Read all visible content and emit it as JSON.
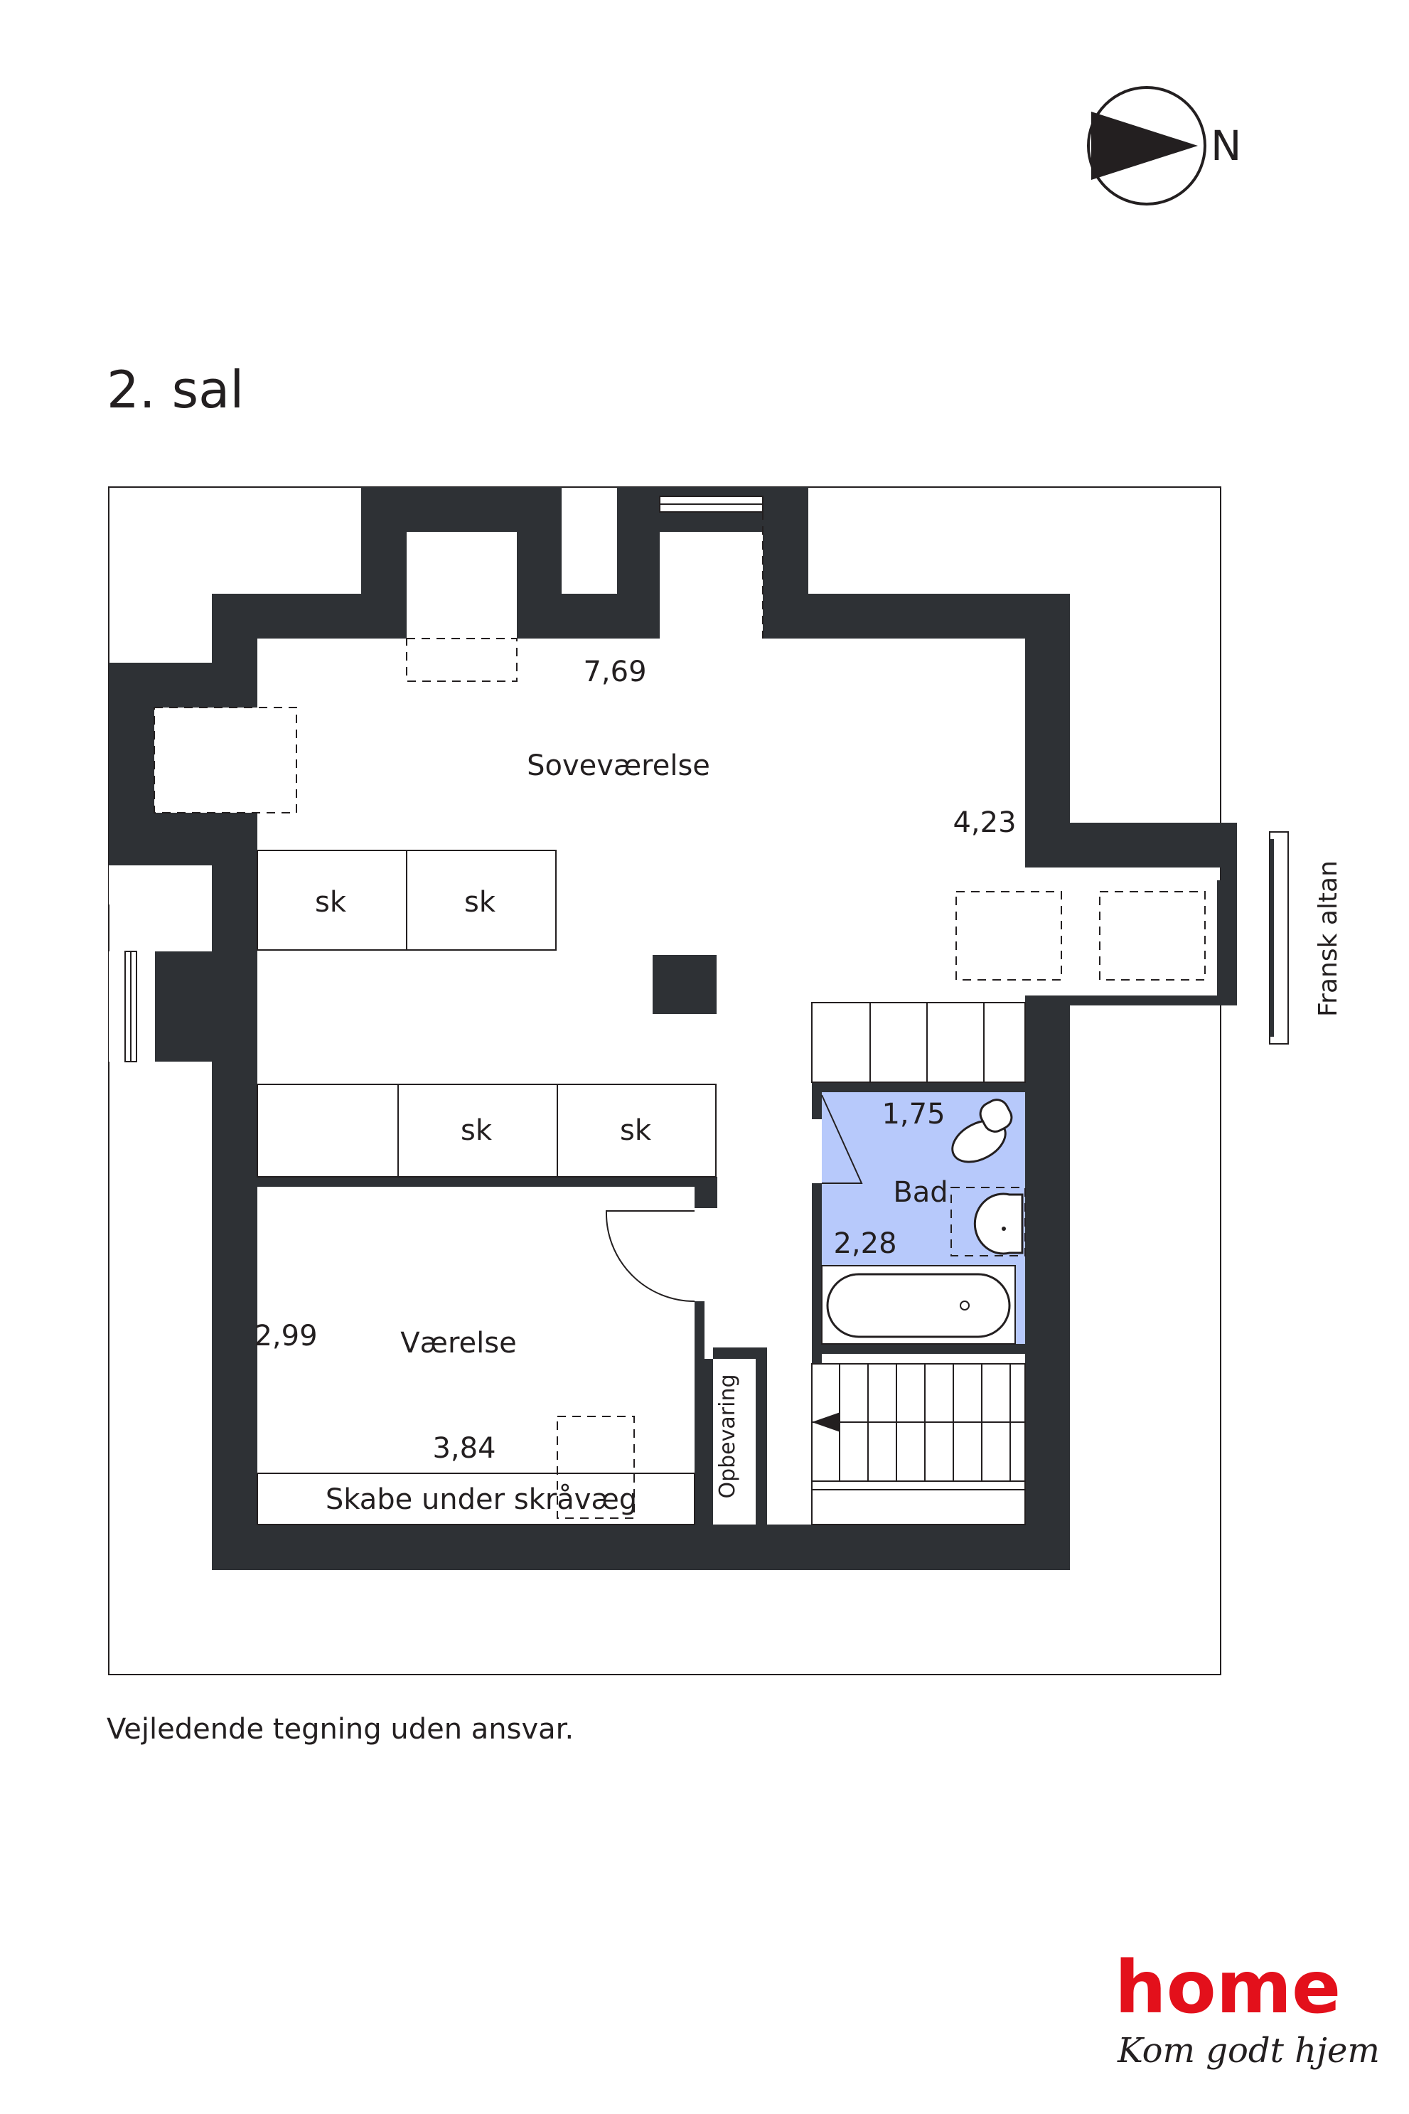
{
  "compass": {
    "label": "N"
  },
  "floor": {
    "title": "2. sal"
  },
  "rooms": {
    "bedroom": {
      "name": "Soveværelse",
      "dim_width": "7,69",
      "dim_depth": "4,23"
    },
    "room": {
      "name": "Værelse",
      "dim_width": "3,84",
      "dim_depth": "2,99"
    },
    "bath": {
      "name": "Bad",
      "dim_width": "1,75",
      "dim_depth": "2,28"
    },
    "storage": {
      "name": "Opbevaring"
    },
    "balcony": {
      "name": "Fransk altan"
    },
    "slope_cupboards": {
      "name": "Skabe under skråvæg"
    }
  },
  "closets": {
    "top_left": "sk",
    "top_right": "sk",
    "lower_left": "sk",
    "lower_right": "sk"
  },
  "colors": {
    "wall": "#2e3135",
    "bath_fill": "#b7c9fb",
    "brand_red": "#e3101b"
  },
  "disclaimer": "Vejledende tegning uden ansvar.",
  "logo": {
    "brand": "home",
    "tagline": "Kom godt hjem"
  }
}
